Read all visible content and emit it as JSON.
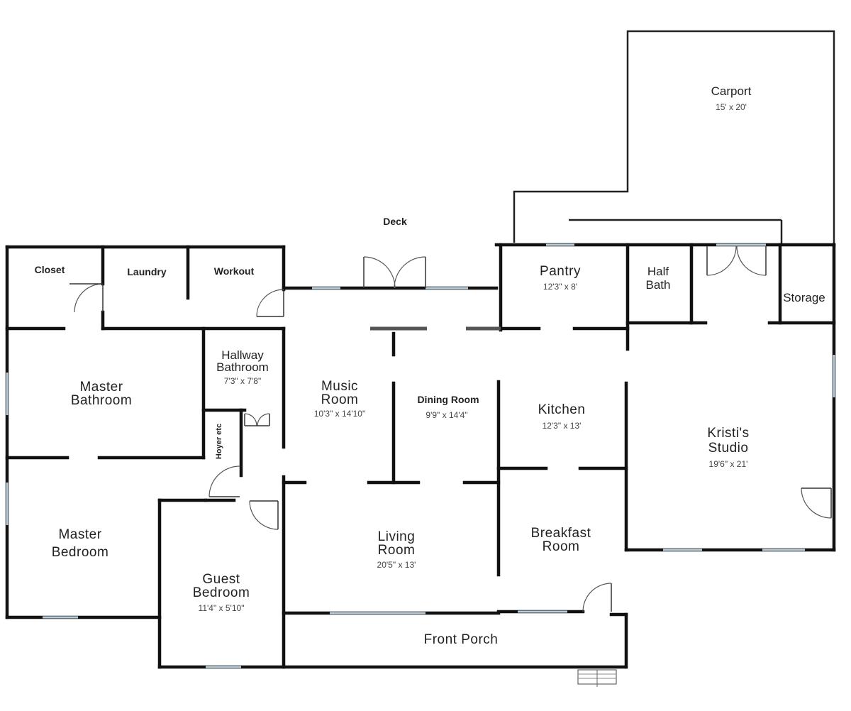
{
  "rooms": {
    "carport": {
      "name": "Carport",
      "dims": "15' x 20'"
    },
    "deck": {
      "name": "Deck"
    },
    "closet": {
      "name": "Closet"
    },
    "laundry": {
      "name": "Laundry"
    },
    "workout": {
      "name": "Workout"
    },
    "pantry": {
      "name": "Pantry",
      "dims": "12'3\" x 8'"
    },
    "half_bath": {
      "line1": "Half",
      "line2": "Bath"
    },
    "storage": {
      "name": "Storage"
    },
    "master_bathroom": {
      "line1": "Master",
      "line2": "Bathroom"
    },
    "hallway_bathroom": {
      "line1": "Hallway",
      "line2": "Bathroom",
      "dims": "7'3\" x 7'8\""
    },
    "music_room": {
      "line1": "Music",
      "line2": "Room",
      "dims": "10'3\" x 14'10\""
    },
    "dining_room": {
      "name": "Dining Room",
      "dims": "9'9\" x 14'4\""
    },
    "kitchen": {
      "name": "Kitchen",
      "dims": "12'3\" x 13'"
    },
    "kristis_studio": {
      "line1": "Kristi's",
      "line2": "Studio",
      "dims": "19'6\" x 21'"
    },
    "hoyer": {
      "name": "Hoyer etc"
    },
    "master_bedroom": {
      "line1": "Master",
      "line2": "Bedroom"
    },
    "living_room": {
      "line1": "Living",
      "line2": "Room",
      "dims": "20'5\" x 13'"
    },
    "breakfast_room": {
      "line1": "Breakfast",
      "line2": "Room"
    },
    "guest_bedroom": {
      "line1": "Guest",
      "line2": "Bedroom",
      "dims": "11'4\" x 5'10\""
    },
    "front_porch": {
      "name": "Front Porch"
    }
  }
}
